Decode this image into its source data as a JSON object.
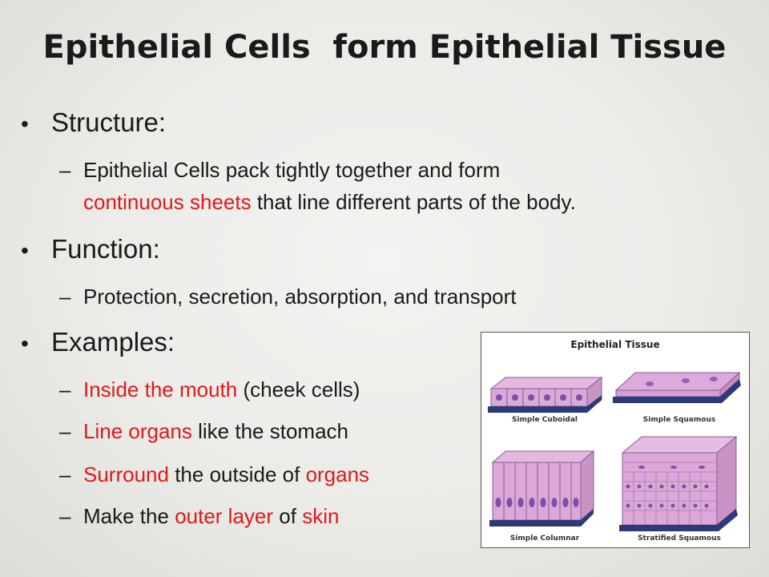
{
  "title": "Epithelial Cells  form Epithelial Tissue",
  "structure": {
    "heading": "Structure:",
    "item_1": {
      "a": "Epithelial Cells pack tightly together and form",
      "b_red": "continuous sheets",
      "c": "that line different parts of the body."
    }
  },
  "function": {
    "heading": "Function:",
    "item_1": "Protection, secretion, absorption, and transport"
  },
  "examples": {
    "heading": "Examples:",
    "item_1": {
      "red": "Inside the mouth",
      "rest": "(cheek cells)"
    },
    "item_2": {
      "red": "Line organs",
      "rest": "like the stomach"
    },
    "item_3": {
      "red_1": "Surround",
      "mid": "the outside of",
      "red_2": "organs"
    },
    "item_4": {
      "pre": "Make the",
      "red_1": "outer layer",
      "mid": "of",
      "red_2": "skin"
    }
  },
  "figure": {
    "title": "Epithelial Tissue",
    "captions": [
      "Simple Cuboidal",
      "Simple Squamous",
      "Simple Columnar",
      "Stratified Squamous"
    ]
  },
  "colors": {
    "accent_red": "#e0191c",
    "cell_pink": "#d9a6d6",
    "nucleus": "#7d4fa8",
    "basement": "#2b3a78"
  }
}
